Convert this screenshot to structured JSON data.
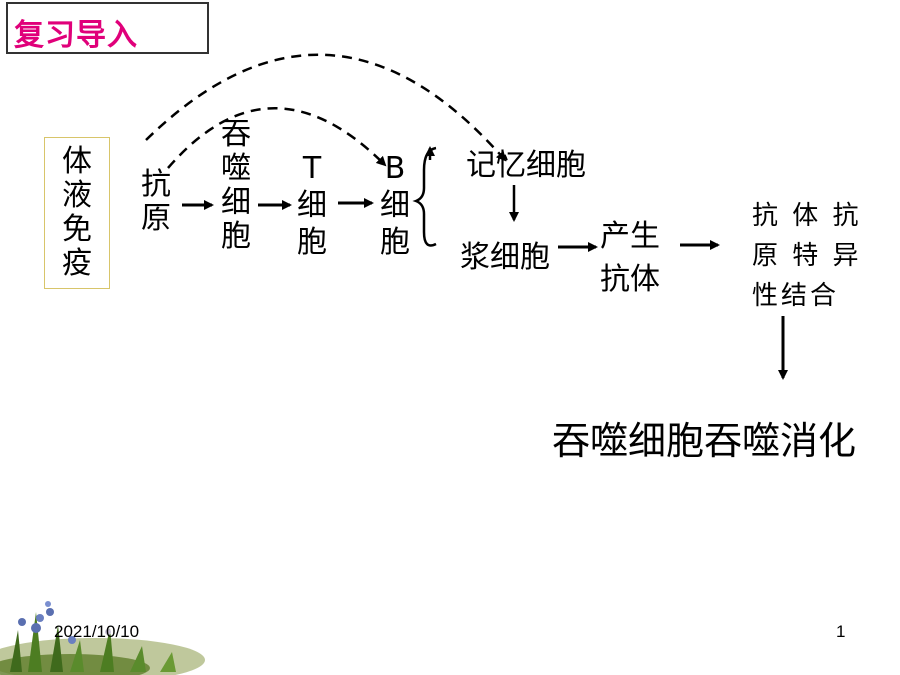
{
  "title": "复习导入",
  "side_label": "体\n液\n免\n疫",
  "nodes": {
    "antigen": "抗\n原",
    "phagocyte": "吞\n噬\n细\n胞",
    "t_cell": "T\n细\n胞",
    "b_cell": "B\n细\n胞",
    "memory_cell": "记忆细胞",
    "plasma_cell": "浆细胞",
    "produce_antibody_line1": "产生",
    "produce_antibody_line2": "抗体",
    "binding": "抗 体 抗\n原 特 异\n性结合",
    "digestion": "吞噬细胞吞噬消化"
  },
  "footer": {
    "date": "2021/10/10",
    "page": "1"
  }
}
